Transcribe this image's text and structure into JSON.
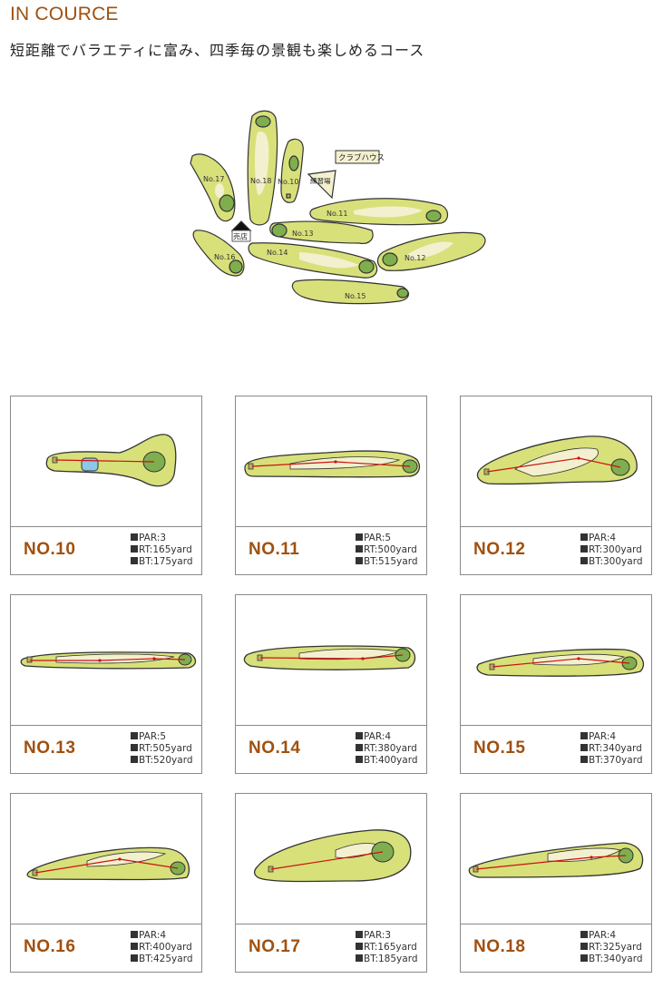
{
  "page": {
    "title": "IN COURCE",
    "subtitle": "短距離でバラエティに富み、四季毎の景観も楽しめるコース"
  },
  "overview": {
    "labels": {
      "clubhouse": "クラブハウス",
      "practice": "練習場",
      "shop": "売店",
      "holes": [
        "No.10",
        "No.11",
        "No.12",
        "No.13",
        "No.14",
        "No.15",
        "No.16",
        "No.17",
        "No.18"
      ]
    }
  },
  "colors": {
    "accent": "#a0500f",
    "fairway": "#d8e07a",
    "rough_line": "#333333",
    "landing": "#f3f0cf",
    "green": "#7fae4e",
    "route": "#cc1111"
  },
  "holes": [
    {
      "name": "NO.10",
      "par": "PAR:3",
      "rt": "RT:165yard",
      "bt": "BT:175yard"
    },
    {
      "name": "NO.11",
      "par": "PAR:5",
      "rt": "RT:500yard",
      "bt": "BT:515yard"
    },
    {
      "name": "NO.12",
      "par": "PAR:4",
      "rt": "RT:300yard",
      "bt": "BT:300yard"
    },
    {
      "name": "NO.13",
      "par": "PAR:5",
      "rt": "RT:505yard",
      "bt": "BT:520yard"
    },
    {
      "name": "NO.14",
      "par": "PAR:4",
      "rt": "RT:380yard",
      "bt": "BT:400yard"
    },
    {
      "name": "NO.15",
      "par": "PAR:4",
      "rt": "RT:340yard",
      "bt": "BT:370yard"
    },
    {
      "name": "NO.16",
      "par": "PAR:4",
      "rt": "RT:400yard",
      "bt": "BT:425yard"
    },
    {
      "name": "NO.17",
      "par": "PAR:3",
      "rt": "RT:165yard",
      "bt": "BT:185yard"
    },
    {
      "name": "NO.18",
      "par": "PAR:4",
      "rt": "RT:325yard",
      "bt": "BT:340yard"
    }
  ]
}
